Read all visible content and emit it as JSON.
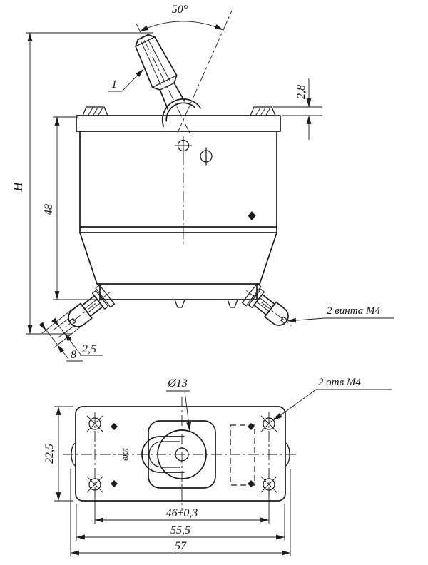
{
  "style": {
    "ink": "#1b1b1b",
    "background": "#ffffff"
  },
  "front_view": {
    "angle": "50°",
    "lever_ref": "1",
    "dim_tab_height": "2,8",
    "dim_overall_height": "Н",
    "dim_body_height": "48",
    "note_screws": "2 винта М4",
    "dim_slot_width": "2,5",
    "dim_head_width": "8"
  },
  "bottom_view": {
    "dim_hole_dia": "Ø13",
    "note_holes": "2 отв.М4",
    "dim_height": "22,5",
    "marking_on": "вкл",
    "dim_hole_spacing": "46±0,3",
    "dim_body_width": "55,5",
    "dim_overall_width": "57"
  }
}
